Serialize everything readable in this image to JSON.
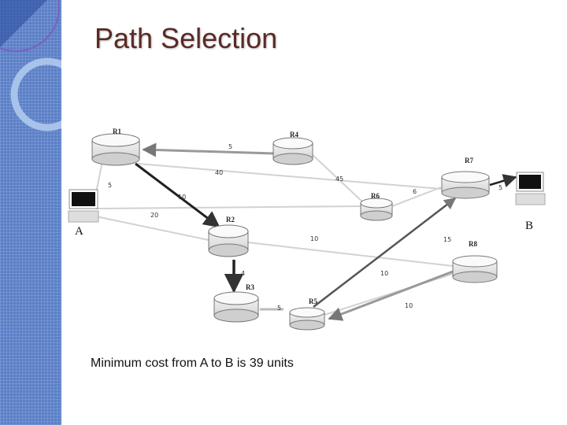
{
  "slide": {
    "title": "Path Selection",
    "caption": "Minimum cost from A to B is 39 units"
  },
  "routers": {
    "r1": "R1",
    "r2": "R2",
    "r3": "R3",
    "r4": "R4",
    "r5": "R5",
    "r6": "R6",
    "r7": "R7",
    "r8": "R8"
  },
  "endpoints": {
    "a": "A",
    "b": "B"
  },
  "weights": {
    "r1_r4": "5",
    "r1_r7": "40",
    "a_r1": "5",
    "a_r6": "10",
    "a_r2": "20",
    "r2_r3": "4",
    "r2_r8": "10",
    "r3_r5": "5",
    "r5_r7": "10",
    "r6_r7": "6",
    "r4_r6": "45",
    "r7_b": "5",
    "r2_r7": "15",
    "r5_r8": "10"
  },
  "colors": {
    "accent": "#5b7fc7",
    "title": "#5a2a25",
    "highlight_link": "#8a8a8a",
    "link": "#cfcfcf"
  }
}
